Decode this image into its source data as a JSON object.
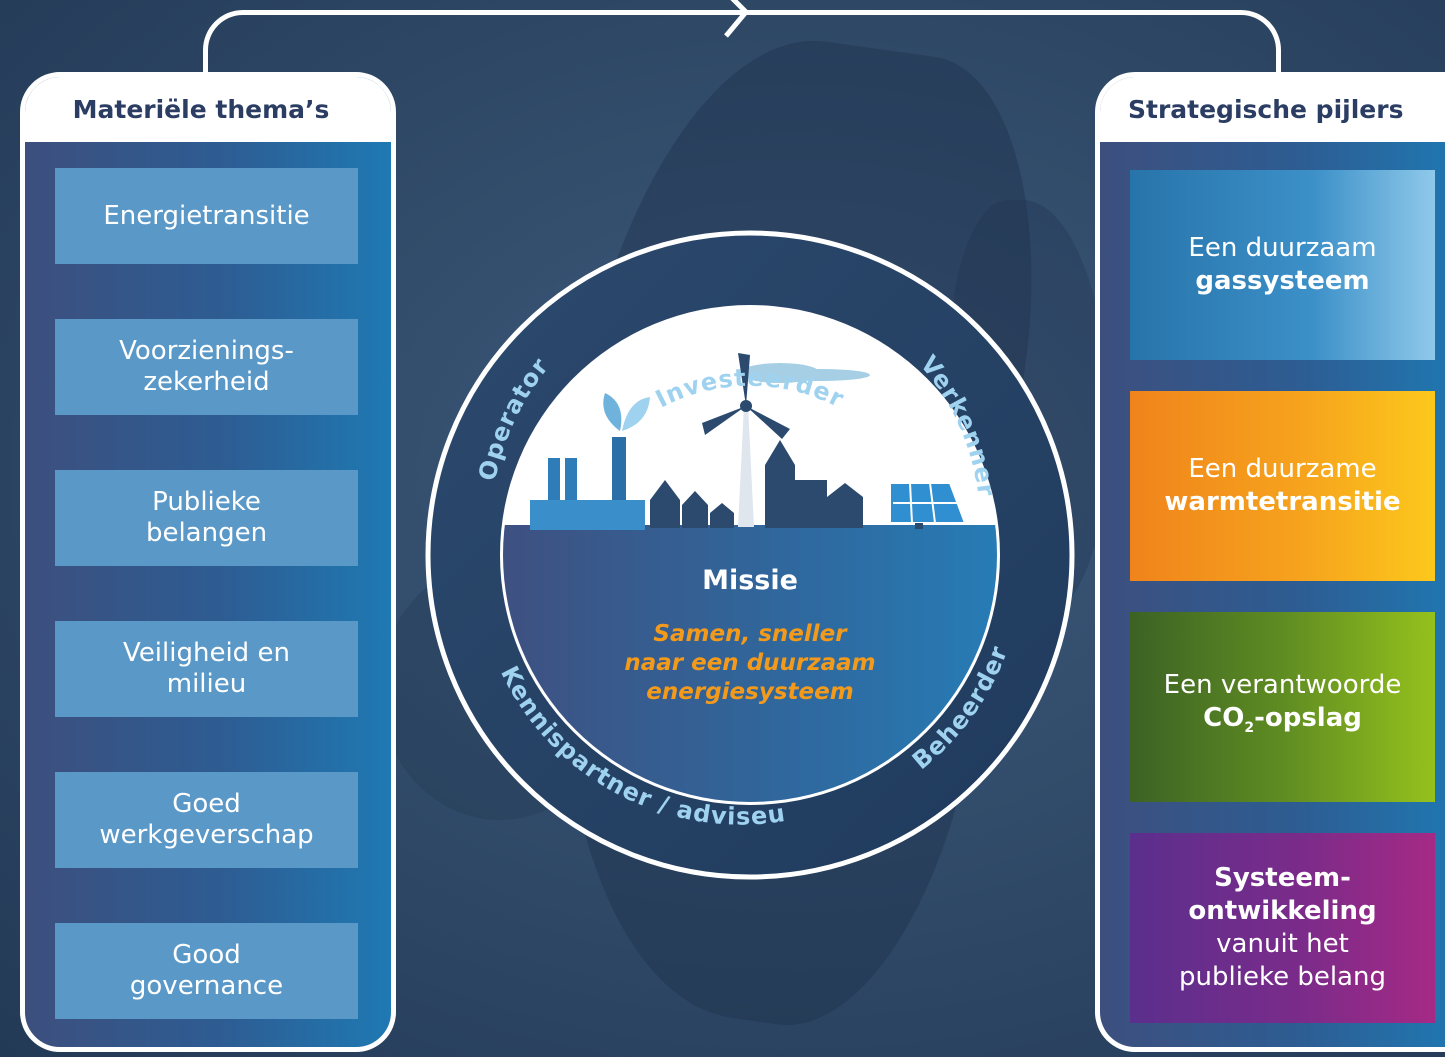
{
  "left_panel": {
    "title": "Materiële thema’s",
    "themes": [
      "Energietransitie",
      "Voorzienings-\nzekerheid",
      "Publieke\nbelangen",
      "Veiligheid en\nmilieu",
      "Goed\nwerkgeverschap",
      "Good\ngovernance"
    ]
  },
  "right_panel": {
    "title": "Strategische pijlers",
    "pillars": [
      {
        "line1": "Een duurzaam",
        "line2": "gassysteem"
      },
      {
        "line1": "Een duurzame",
        "line2": "warmtetransitie"
      },
      {
        "line1": "Een verantwoorde",
        "line2_pre": "CO",
        "line2_sub": "2",
        "line2_post": "-opslag"
      },
      {
        "bold1": "Systeem-",
        "bold2": "ontwikkeling",
        "line3": "vanuit het",
        "line4": "publieke belang"
      }
    ]
  },
  "center": {
    "ring_roles": [
      "Investeerder",
      "Verkenner",
      "Beheerder",
      "Kennispartner / adviseur",
      "Operator"
    ],
    "mission_title": "Missie",
    "mission_text": "Samen, sneller\nnaar een duurzaam\nenergiesysteem"
  },
  "colors": {
    "gas": "#3c90c8",
    "heat": "#f6a21d",
    "co2": "#5f8c22",
    "system": "#7a2b8a",
    "mission_orange": "#f39a1b",
    "ring_text": "#9fd2ef"
  }
}
